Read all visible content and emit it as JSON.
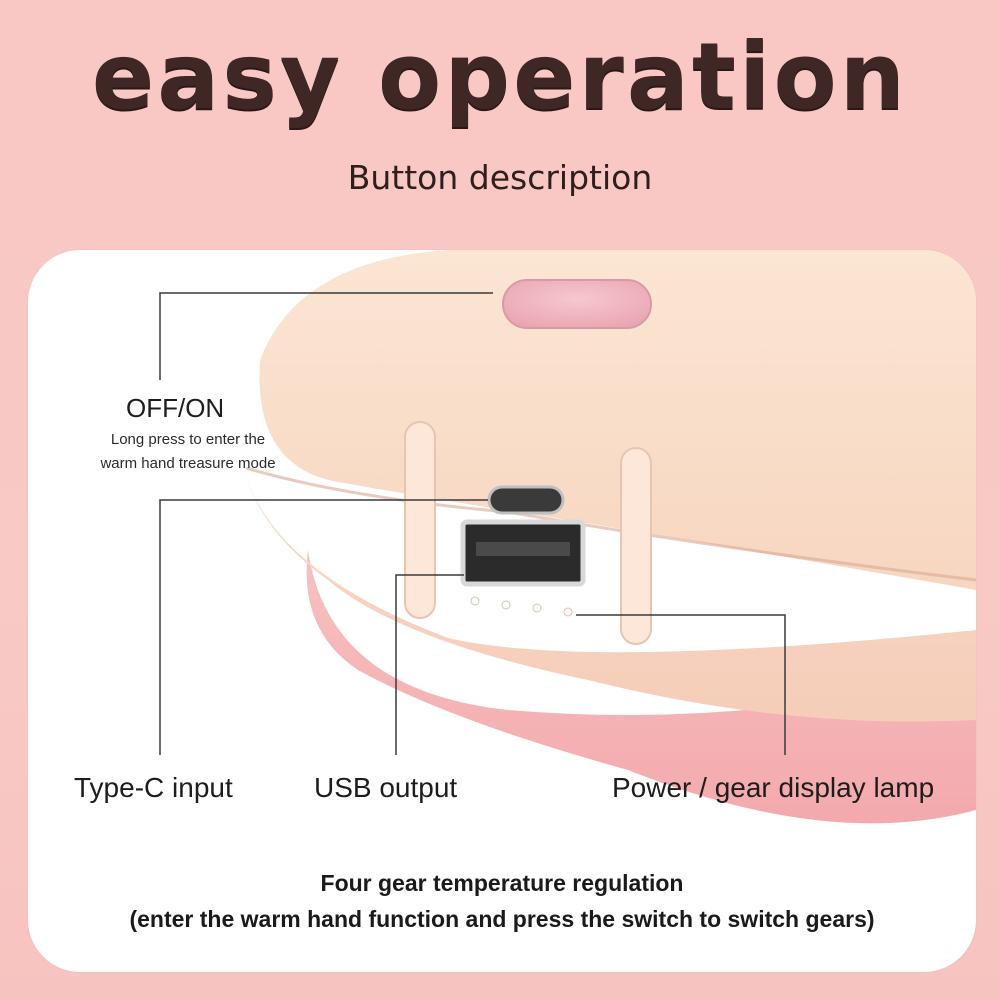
{
  "header": {
    "headline": "easy operation",
    "subtitle": "Button description"
  },
  "labels": {
    "offon_title": "OFF/ON",
    "offon_desc_line1": "Long press to enter the",
    "offon_desc_line2": "warm hand treasure mode",
    "typec": "Type-C input",
    "usb": "USB output",
    "lamp": "Power / gear display lamp"
  },
  "footer": {
    "line1": "Four gear temperature regulation",
    "line2": "(enter the warm hand function and press the switch to switch gears)"
  },
  "colors": {
    "background": "#f9c7c4",
    "device_body": "#fbe0cc",
    "device_bottom": "#f5b4b4",
    "button": "#f0b3bd",
    "headline": "#3e2724"
  }
}
